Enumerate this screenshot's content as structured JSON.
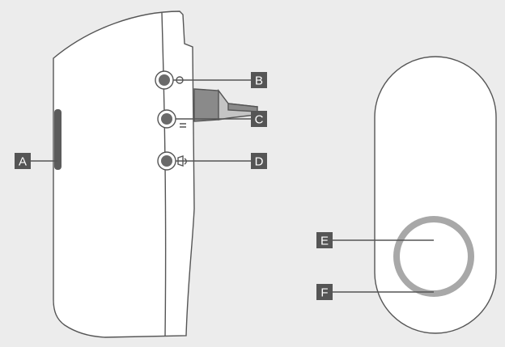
{
  "callouts": [
    {
      "id": "A",
      "label": "A"
    },
    {
      "id": "B",
      "label": "B"
    },
    {
      "id": "C",
      "label": "C"
    },
    {
      "id": "D",
      "label": "D"
    },
    {
      "id": "E",
      "label": "E"
    },
    {
      "id": "F",
      "label": "F"
    }
  ],
  "colors": {
    "background": "#ececec",
    "device": "#ffffff",
    "outline": "#555555",
    "callout": "#555555",
    "ring": "#a8a8a8"
  }
}
